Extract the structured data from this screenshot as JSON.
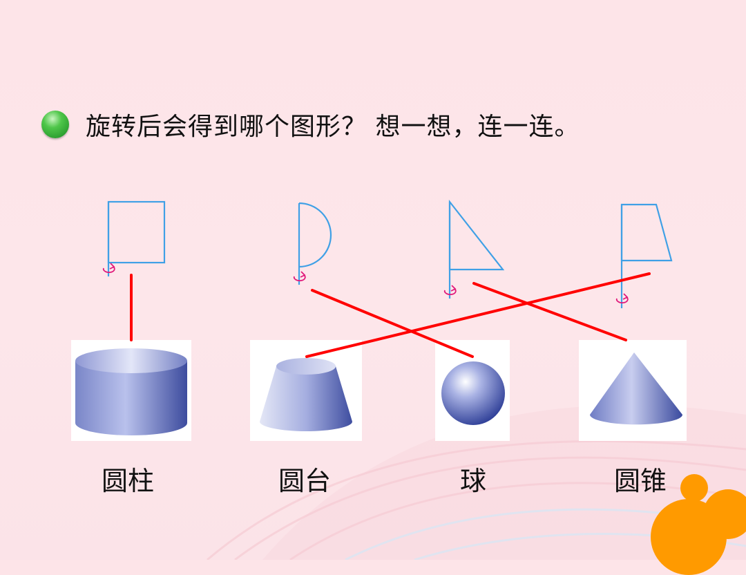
{
  "title": "旋转后会得到哪个图形？ 想一想，连一连。",
  "solids": [
    {
      "label": "圆柱",
      "icon": "cylinder-icon"
    },
    {
      "label": "圆台",
      "icon": "frustum-icon"
    },
    {
      "label": "球",
      "icon": "sphere-icon"
    },
    {
      "label": "圆锥",
      "icon": "cone-icon"
    }
  ],
  "colors": {
    "outline": "#3fa0e6",
    "arrow": "#e0187a",
    "connector": "#ff0000",
    "accent_dot": "#ff9a00",
    "bullet": "#2faa32"
  }
}
